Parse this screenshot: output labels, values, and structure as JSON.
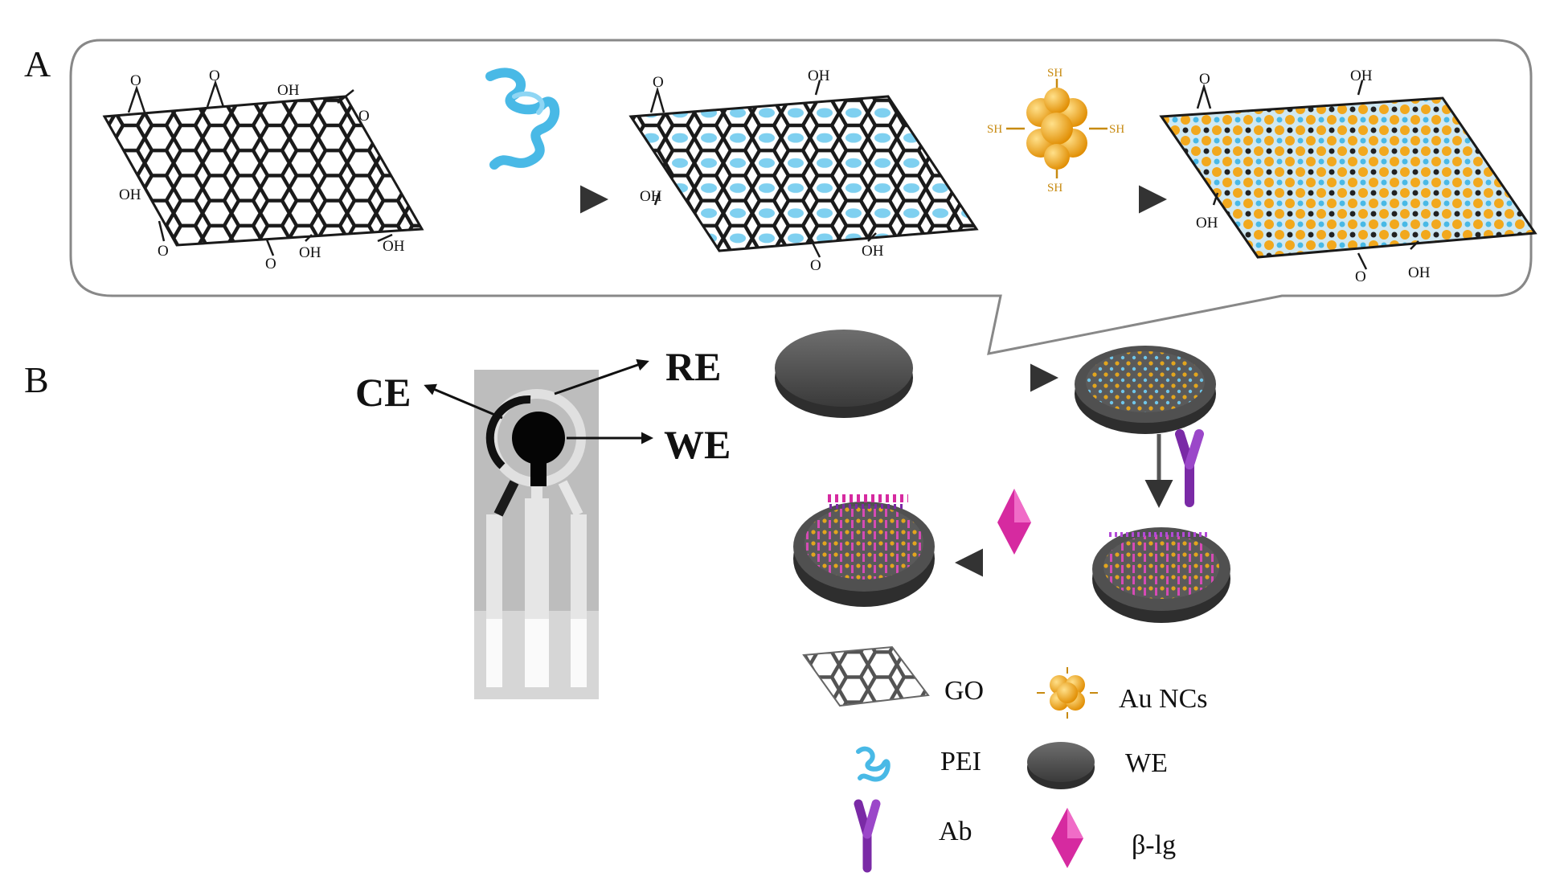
{
  "panels": {
    "a": "A",
    "b": "B"
  },
  "groups": {
    "oh": "OH",
    "o": "O",
    "sh": "SH"
  },
  "electrodes": {
    "ce": "CE",
    "re": "RE",
    "we": "WE"
  },
  "legend": [
    {
      "icon": "graphene-oxide-icon",
      "label": "GO"
    },
    {
      "icon": "gold-nanocluster-icon",
      "label": "Au NCs"
    },
    {
      "icon": "pei-polymer-icon",
      "label": "PEI"
    },
    {
      "icon": "electrode-disc-icon",
      "label": "WE"
    },
    {
      "icon": "antibody-icon",
      "label": "Ab"
    },
    {
      "icon": "beta-lg-diamond-icon",
      "label": "β-lg"
    }
  ],
  "colors": {
    "lattice": "#1a1a1a",
    "pei": "#49b9e6",
    "gold": "#f2a81d",
    "electrode": "#4a4a4a",
    "antibody": "#7a2aa6",
    "antigen": "#d62aa0",
    "strip": "#bdbdbd"
  }
}
